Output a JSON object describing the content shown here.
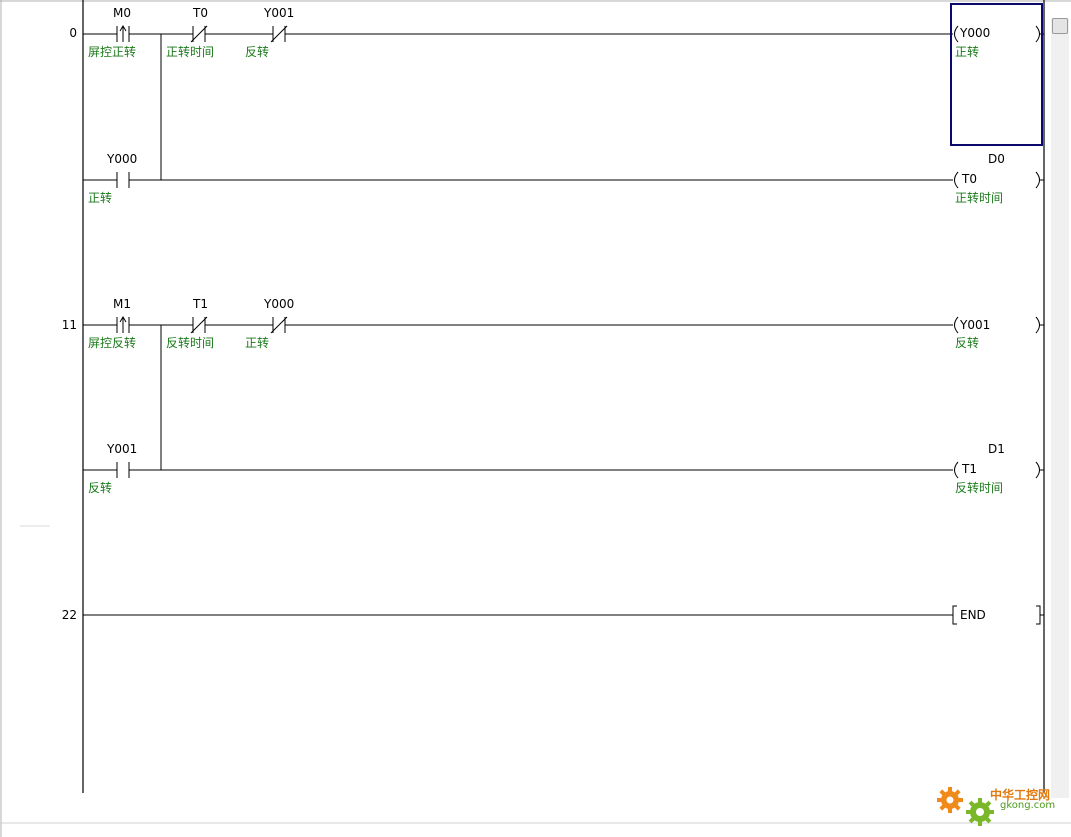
{
  "rungs": [
    {
      "step": "0",
      "contacts": [
        {
          "device": "M0",
          "comment": "屏控正转"
        },
        {
          "device": "T0",
          "comment": "正转时间"
        },
        {
          "device": "Y001",
          "comment": "反转"
        }
      ],
      "coil": {
        "device": "Y000",
        "comment": "正转"
      },
      "branch_contact": {
        "device": "Y000",
        "comment": "正转"
      },
      "branch_coil": {
        "device": "T0",
        "comment": "正转时间",
        "setting": "D0"
      }
    },
    {
      "step": "11",
      "contacts": [
        {
          "device": "M1",
          "comment": "屏控反转"
        },
        {
          "device": "T1",
          "comment": "反转时间"
        },
        {
          "device": "Y000",
          "comment": "正转"
        }
      ],
      "coil": {
        "device": "Y001",
        "comment": "反转"
      },
      "branch_contact": {
        "device": "Y001",
        "comment": "反转"
      },
      "branch_coil": {
        "device": "T1",
        "comment": "反转时间",
        "setting": "D1"
      }
    },
    {
      "step": "22",
      "instruction": "END"
    }
  ],
  "watermark": {
    "brand": "中华工控网",
    "site": "gkong.com"
  },
  "colors": {
    "line": "#000000",
    "comment": "#1a7a1a",
    "cursor": "#0a0a6e"
  }
}
